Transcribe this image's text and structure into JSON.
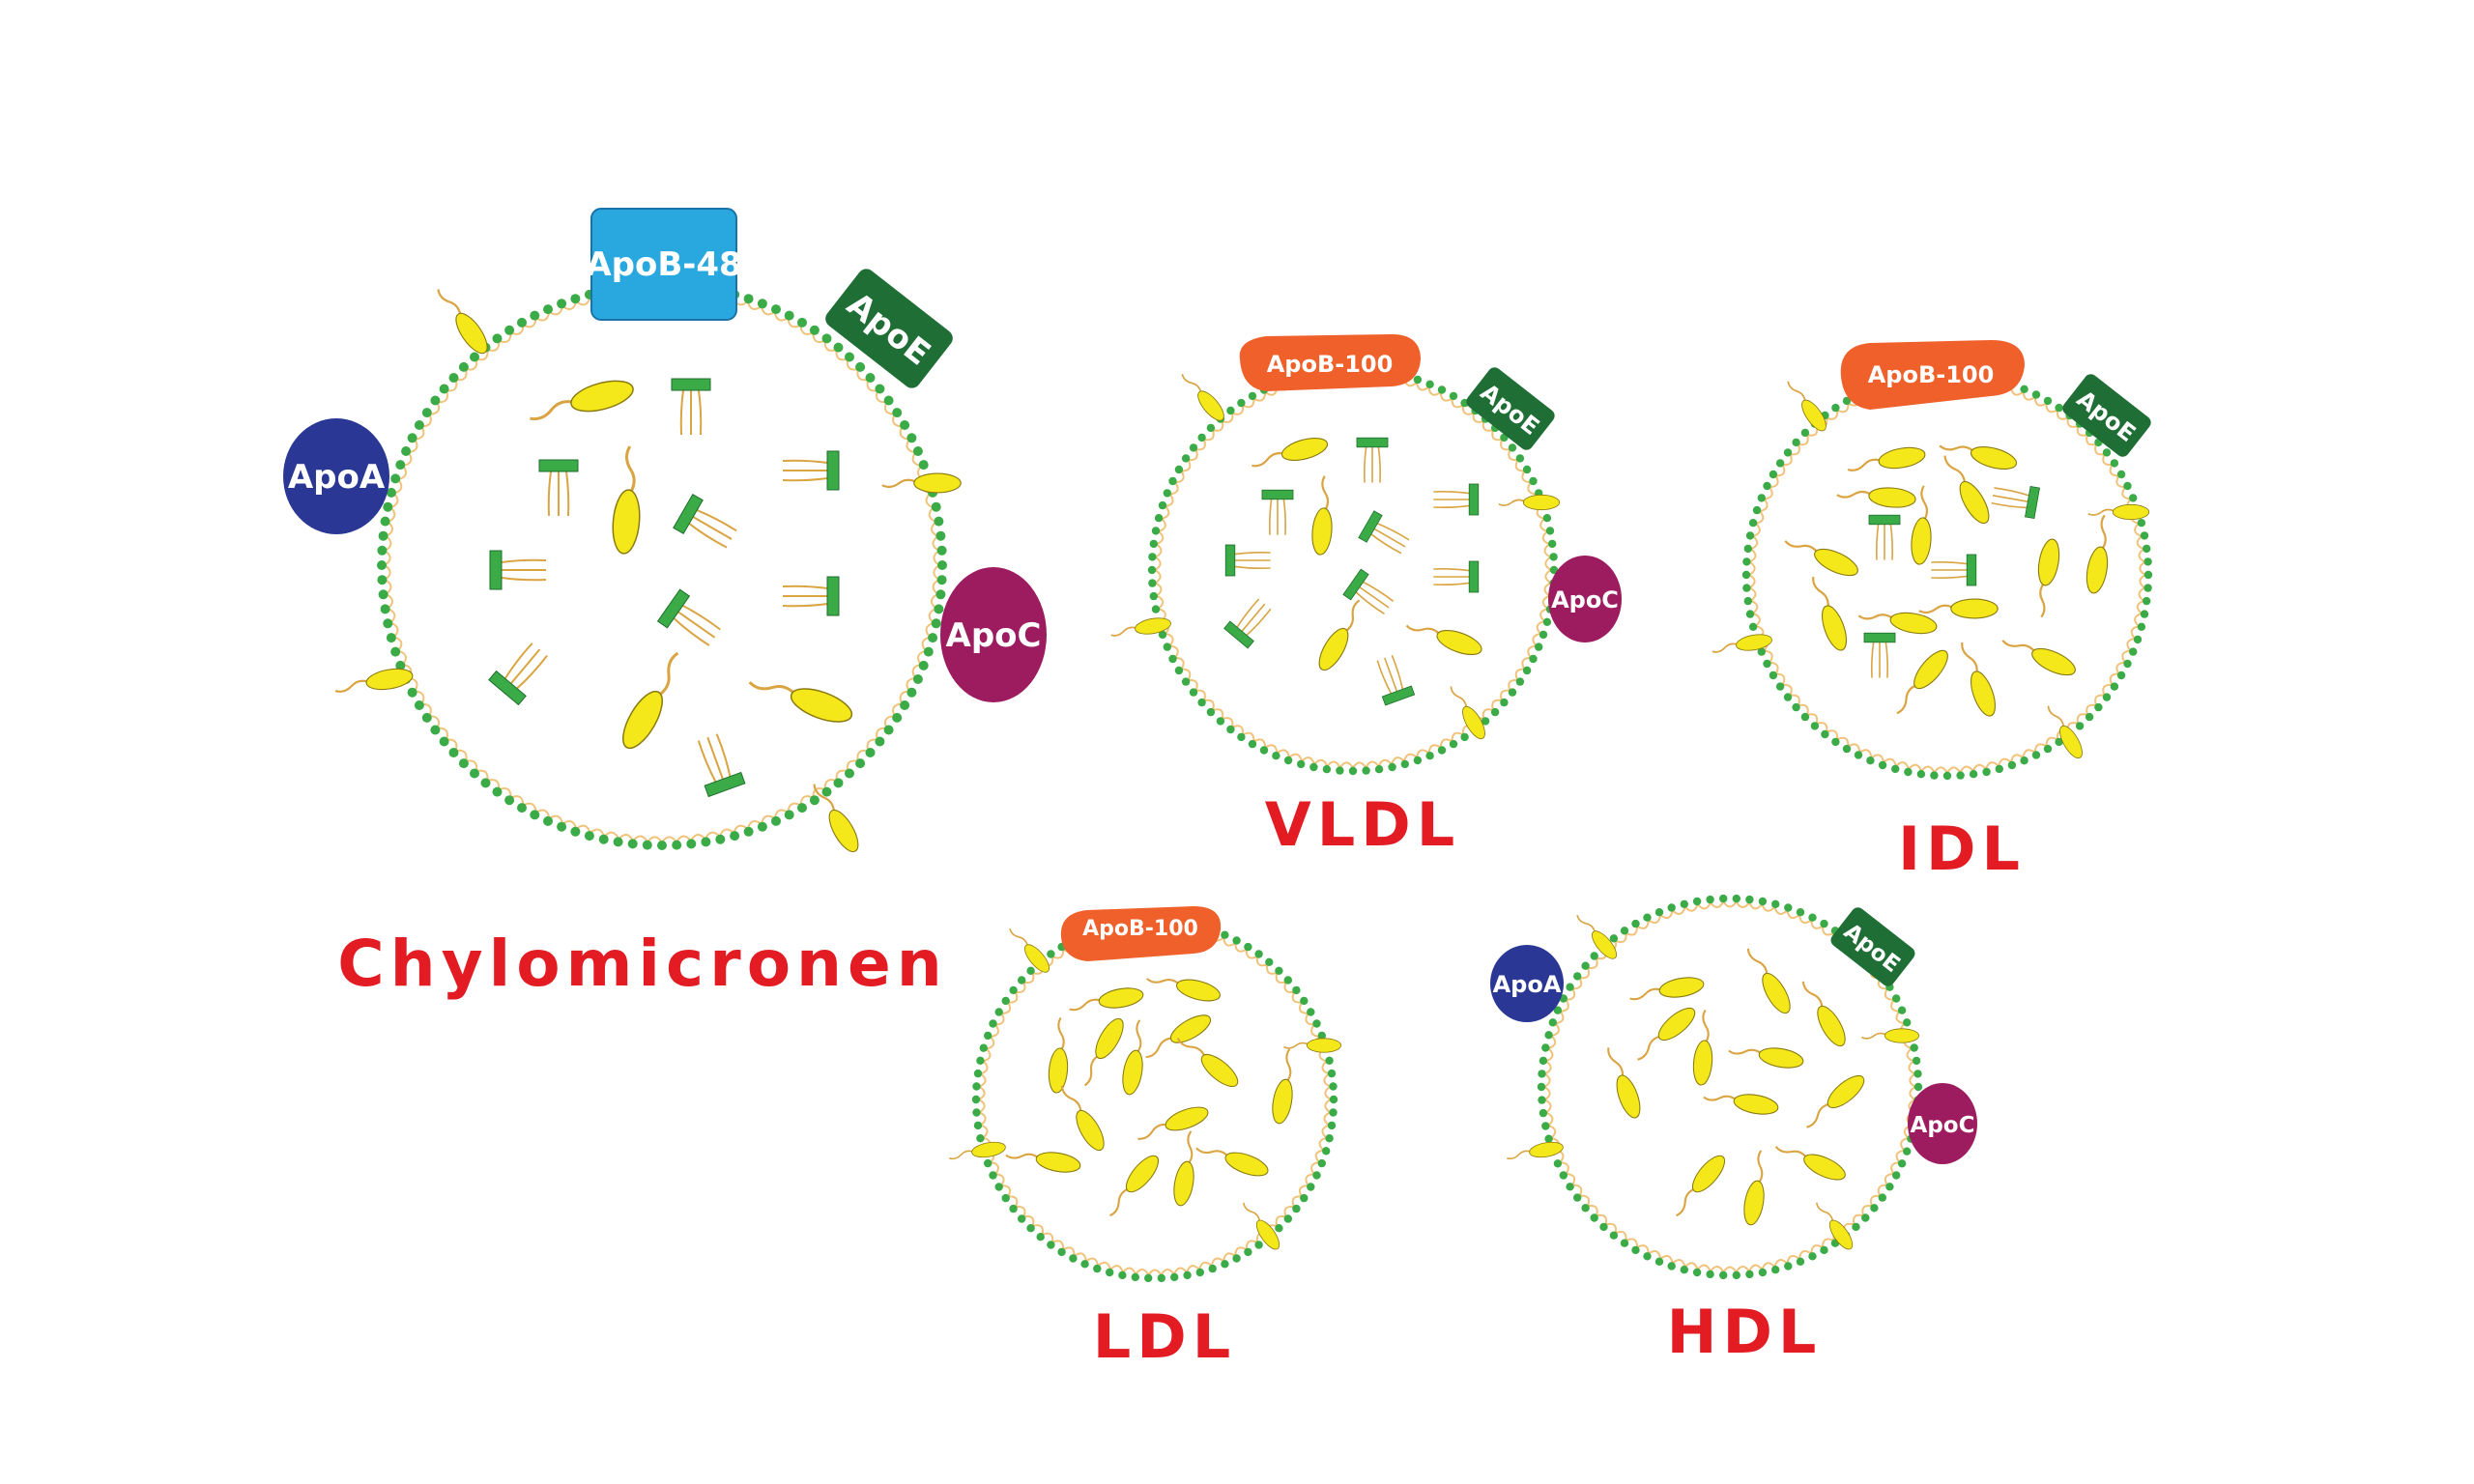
{
  "colors": {
    "membrane_head": "#3aab47",
    "membrane_tail": "#f0c27a",
    "triglyceride": "#f4e71a",
    "cholesterol": "#3aab47",
    "label": "#e31b23",
    "apoA": "#2b3795",
    "apoB48": "#29a8e0",
    "apoB100": "#f0602a",
    "apoE": "#1e6e35",
    "apoC": "#9c1c5f"
  },
  "particles": [
    {
      "id": "chylomicron",
      "label": "Chylomicronen",
      "apolipoproteins": [
        {
          "type": "apoA",
          "label": "ApoA"
        },
        {
          "type": "apoB48",
          "label": "ApoB-48"
        },
        {
          "type": "apoE",
          "label": "ApoE"
        },
        {
          "type": "apoC",
          "label": "ApoC"
        }
      ]
    },
    {
      "id": "vldl",
      "label": "VLDL",
      "apolipoproteins": [
        {
          "type": "apoB100",
          "label": "ApoB-100"
        },
        {
          "type": "apoE",
          "label": "ApoE"
        },
        {
          "type": "apoC",
          "label": "ApoC"
        }
      ]
    },
    {
      "id": "idl",
      "label": "IDL",
      "apolipoproteins": [
        {
          "type": "apoB100",
          "label": "ApoB-100"
        },
        {
          "type": "apoE",
          "label": "ApoE"
        }
      ]
    },
    {
      "id": "ldl",
      "label": "LDL",
      "apolipoproteins": [
        {
          "type": "apoB100",
          "label": "ApoB-100"
        }
      ]
    },
    {
      "id": "hdl",
      "label": "HDL",
      "apolipoproteins": [
        {
          "type": "apoA",
          "label": "ApoA"
        },
        {
          "type": "apoE",
          "label": "ApoE"
        },
        {
          "type": "apoC",
          "label": "ApoC"
        }
      ]
    }
  ]
}
